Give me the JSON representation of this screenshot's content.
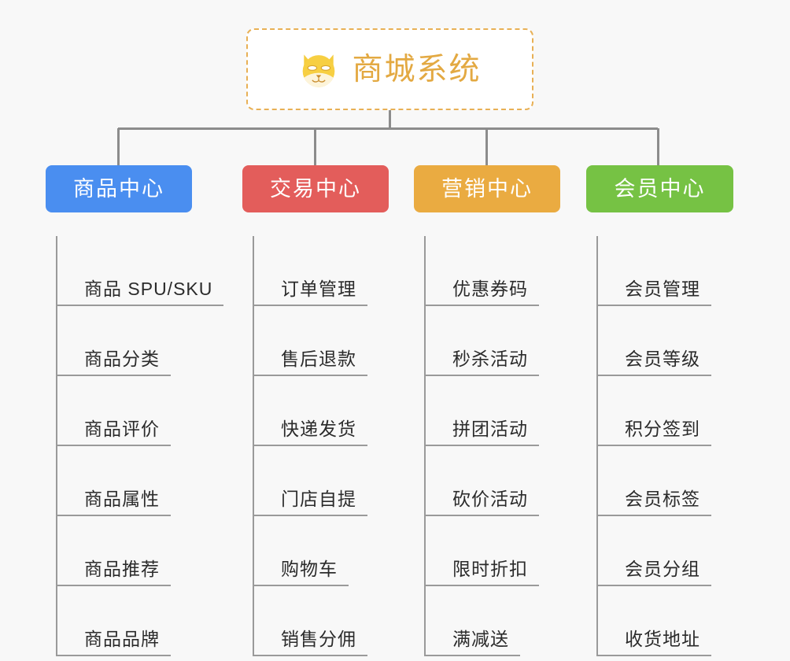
{
  "diagram": {
    "type": "mindmap-tree",
    "background_color": "#f8f8f8",
    "root": {
      "title": "商城系统",
      "icon": "dog-face-icon",
      "border_color": "#e8b055",
      "text_color": "#e3a942",
      "background_color": "#ffffff"
    },
    "connector_color": "#8c8c8c",
    "leaf_line_color": "#9a9a9a",
    "leaf_text_color": "#2b2b2b",
    "categories": [
      {
        "label": "商品中心",
        "color": "#4a8ef0",
        "items": [
          "商品 SPU/SKU",
          "商品分类",
          "商品评价",
          "商品属性",
          "商品推荐",
          "商品品牌"
        ]
      },
      {
        "label": "交易中心",
        "color": "#e35d5b",
        "items": [
          "订单管理",
          "售后退款",
          "快递发货",
          "门店自提",
          "购物车",
          "销售分佣"
        ]
      },
      {
        "label": "营销中心",
        "color": "#eaab41",
        "items": [
          "优惠券码",
          "秒杀活动",
          "拼团活动",
          "砍价活动",
          "限时折扣",
          "满减送"
        ]
      },
      {
        "label": "会员中心",
        "color": "#76c244",
        "items": [
          "会员管理",
          "会员等级",
          "积分签到",
          "会员标签",
          "会员分组",
          "收货地址"
        ]
      }
    ]
  }
}
